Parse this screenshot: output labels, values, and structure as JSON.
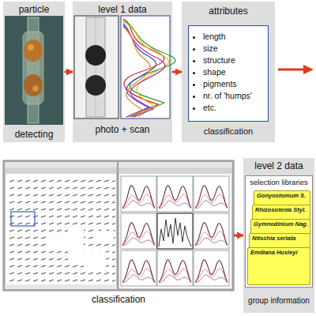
{
  "diagram": {
    "nodes": [
      {
        "text": [
          "particle",
          "detecting"
        ]
      },
      {
        "text": [
          "level 1 data",
          "photo + scan"
        ]
      },
      {
        "text": [
          "attributes",
          "classification"
        ]
      },
      {
        "text": [
          "length",
          "size",
          "structure",
          "shape",
          "pigments",
          "nr. of 'humps'",
          "etc."
        ],
        "in": 2
      },
      {
        "text": [
          "classification"
        ]
      },
      {
        "text": [
          "level 2 data",
          "group information"
        ]
      },
      {
        "text": [
          "selection libraries"
        ],
        "in": 5
      },
      {
        "text": [
          "Gonyostomum S."
        ],
        "in": 6
      },
      {
        "text": [
          "Rhizosolenia Styl."
        ],
        "in": 6
      },
      {
        "text": [
          "Gymnodinium Nag."
        ],
        "in": 6
      },
      {
        "text": [
          "Nitschia seriata"
        ],
        "in": 6
      },
      {
        "text": [
          "Emiliana Huxleyi"
        ],
        "in": 6
      }
    ],
    "edges": [
      {
        "from": 0,
        "to": 1,
        "arrow": "to"
      },
      {
        "from": 1,
        "to": 2,
        "arrow": "to"
      },
      {
        "from": 4,
        "to": 5,
        "arrow": "to"
      }
    ]
  }
}
